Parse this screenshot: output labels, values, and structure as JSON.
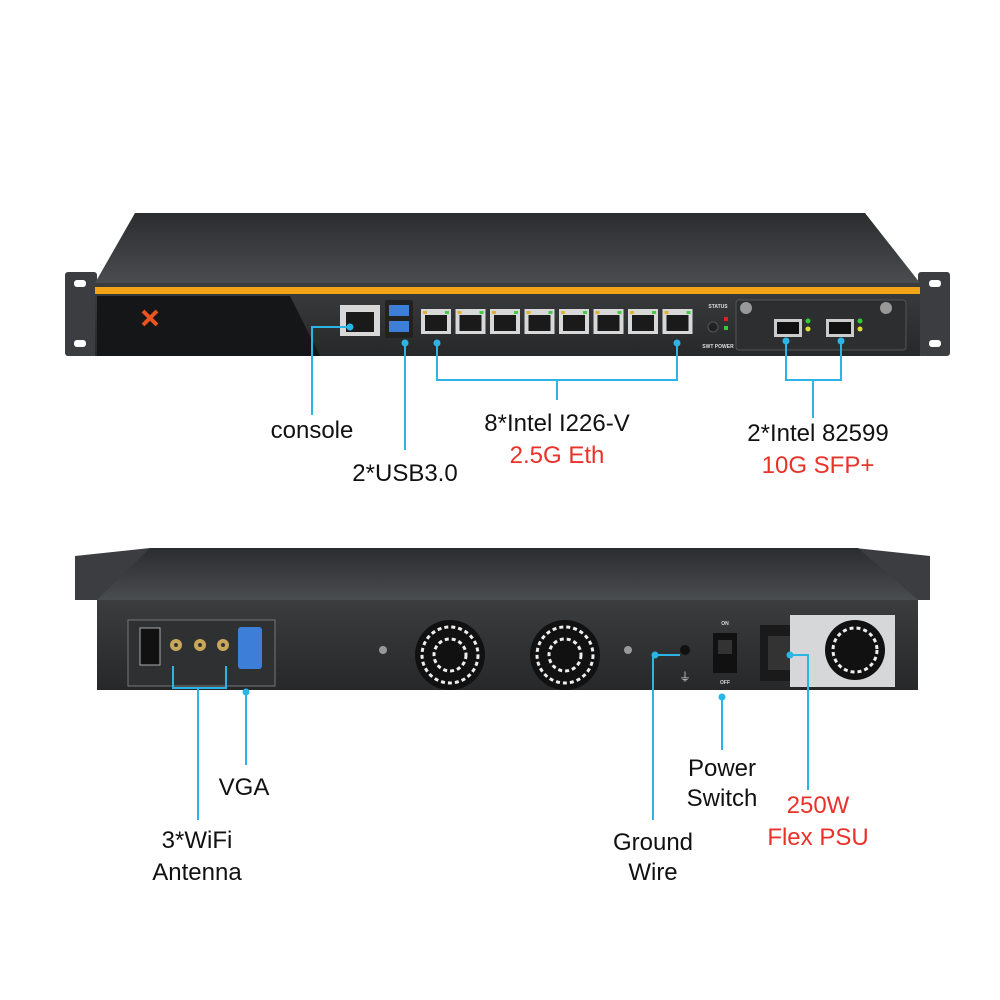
{
  "front": {
    "status_label": "STATUS",
    "power_label": "SWT POWER",
    "annotations": {
      "console": "console",
      "usb": "2*USB3.0",
      "eth_title": "8*Intel I226-V",
      "eth_speed": "2.5G Eth",
      "sfp_title": "2*Intel 82599",
      "sfp_speed": "10G SFP+"
    }
  },
  "rear": {
    "switch_on": "ON",
    "switch_off": "OFF",
    "annotations": {
      "vga": "VGA",
      "wifi_line1": "3*WiFi",
      "wifi_line2": "Antenna",
      "ground_line1": "Ground",
      "ground_line2": "Wire",
      "power_line1": "Power",
      "power_line2": "Switch",
      "psu_line1": "250W",
      "psu_line2": "Flex PSU"
    }
  },
  "colors": {
    "accent_line": "#2bb5e6",
    "highlight_text": "#e8322a",
    "stripe": "#f2a516"
  }
}
